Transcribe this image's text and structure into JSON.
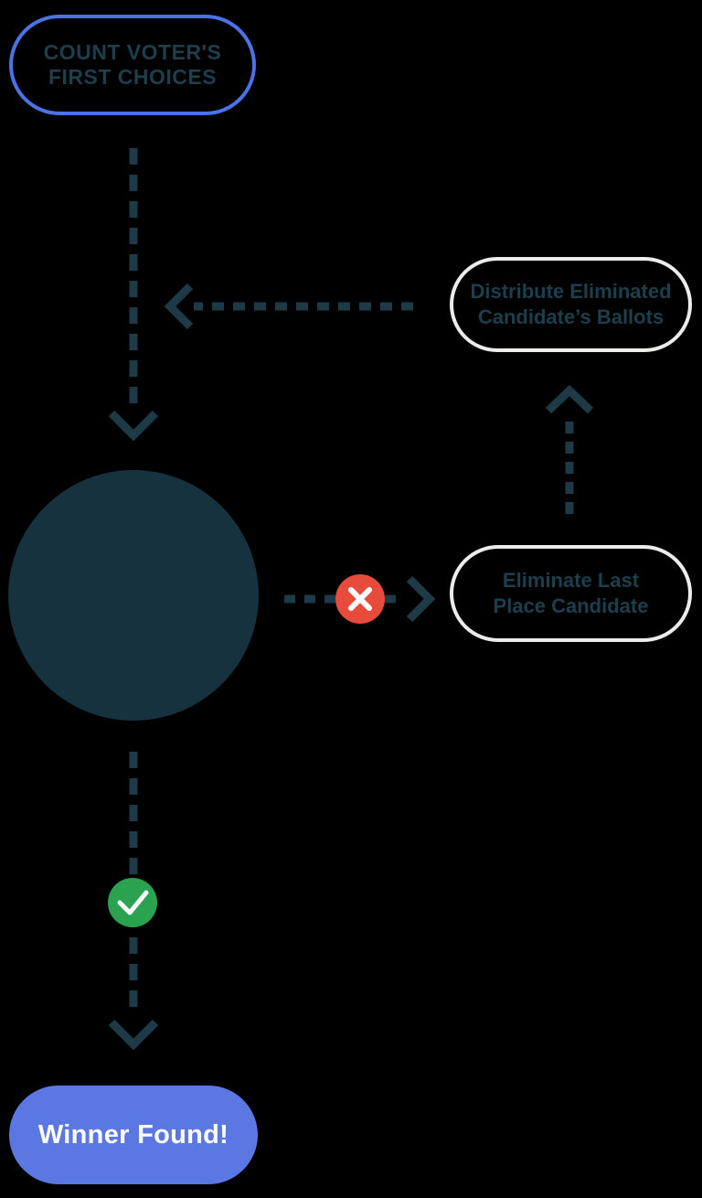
{
  "colors": {
    "background": "#000000",
    "line": "#1e3a46",
    "node-text": "#1d3e4b",
    "decision-fill": "#16323e",
    "start-border": "#4b73e8",
    "box-border": "#edecea",
    "winner-fill": "#5b78e2",
    "winner-text": "#ffffff",
    "no-red": "#e74b3c",
    "yes-green": "#2ba24f",
    "icon-stroke": "#ffffff"
  },
  "icons": {
    "no_badge": "x-icon",
    "yes_badge": "check-icon",
    "arrowheads": "chevron-icon"
  },
  "nodes": {
    "start": {
      "line1": "COUNT VOTER'S",
      "line2": "FIRST CHOICES"
    },
    "distribute": {
      "line1": "Distribute Eliminated",
      "line2": "Candidate’s Ballots"
    },
    "eliminate": {
      "line1": "Eliminate Last",
      "line2": "Place Candidate"
    },
    "decision": {
      "label": ""
    },
    "winner": {
      "label": "Winner Found!"
    }
  }
}
